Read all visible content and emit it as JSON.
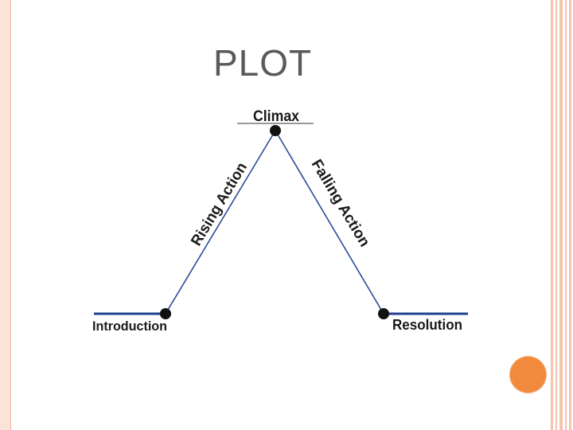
{
  "slide": {
    "title": "PLOT"
  },
  "diagram": {
    "labels": {
      "climax": "Climax",
      "rising": "Rising Action",
      "falling": "Falling Action",
      "introduction": "Introduction",
      "resolution": "Resolution"
    }
  },
  "colors": {
    "border": "#f5c4ae",
    "accent": "#f28a3e",
    "line": "#1f3f8f",
    "title": "#5a5a5a"
  }
}
